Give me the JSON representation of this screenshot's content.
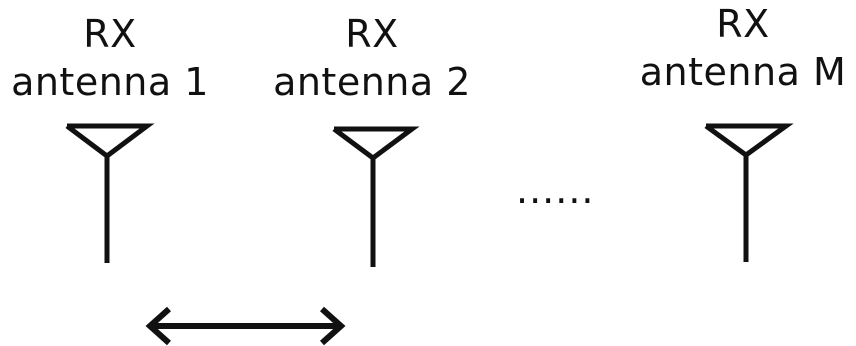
{
  "antennas": [
    {
      "title": "RX",
      "name": "antenna 1"
    },
    {
      "title": "RX",
      "name": "antenna 2"
    },
    {
      "title": "RX",
      "name": "antenna M"
    }
  ],
  "ellipsis": "......",
  "colors": {
    "stroke": "#111111",
    "background": "#ffffff"
  },
  "icons": {
    "antenna": "antenna-icon",
    "spacing_arrow": "double-headed-arrow-icon"
  }
}
